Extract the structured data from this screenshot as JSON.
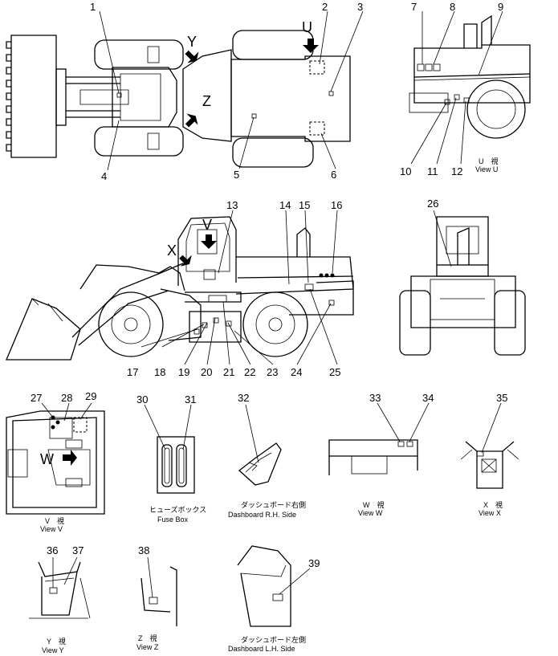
{
  "callouts": [
    "1",
    "2",
    "3",
    "4",
    "5",
    "6",
    "7",
    "8",
    "9",
    "10",
    "11",
    "12",
    "13",
    "14",
    "15",
    "16",
    "17",
    "18",
    "19",
    "20",
    "21",
    "22",
    "23",
    "24",
    "25",
    "26",
    "27",
    "28",
    "29",
    "30",
    "31",
    "32",
    "33",
    "34",
    "35",
    "36",
    "37",
    "38",
    "39"
  ],
  "view_letters": {
    "y": "Y",
    "z": "Z",
    "u": "U",
    "v": "V",
    "x": "X",
    "w": "W"
  },
  "captions": {
    "view_u_jp": "U　視",
    "view_u": "View  U",
    "view_v_jp": "V　視",
    "view_v": "View  V",
    "fuse_jp": "ヒューズボックス",
    "fuse": "Fuse Box",
    "dash_rh_jp": "ダッシュボード右側",
    "dash_rh": "Dashboard R.H. Side",
    "view_w_jp": "W　視",
    "view_w": "View  W",
    "view_x_jp": "X　視",
    "view_x": "View  X",
    "view_y_jp": "Y　視",
    "view_y": "View  Y",
    "view_z_jp": "Z　視",
    "view_z": "View  Z",
    "dash_lh_jp": "ダッシュボード左側",
    "dash_lh": "Dashboard L.H. Side"
  },
  "colors": {
    "ink": "#000000",
    "paper": "#ffffff"
  },
  "icons": [
    "view-arrow-icon"
  ]
}
